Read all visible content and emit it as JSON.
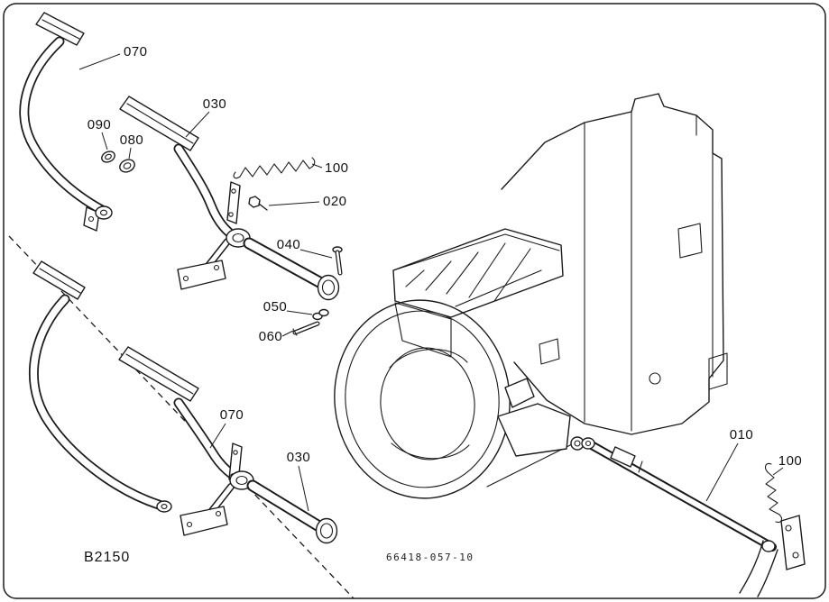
{
  "page": {
    "background": "#ffffff",
    "line_color": "#1b1b1b"
  },
  "diagram": {
    "model_label": "B2150",
    "drawing_number": "66418-057-10",
    "callouts": {
      "upper_070": "070",
      "upper_030": "030",
      "washer_090": "090",
      "washer_080": "080",
      "spring_top_100": "100",
      "bolt_020": "020",
      "pin_040": "040",
      "clip_050": "050",
      "pin_060": "060",
      "lower_070": "070",
      "lower_030": "030",
      "rod_010": "010",
      "spring_right_100": "100"
    }
  }
}
